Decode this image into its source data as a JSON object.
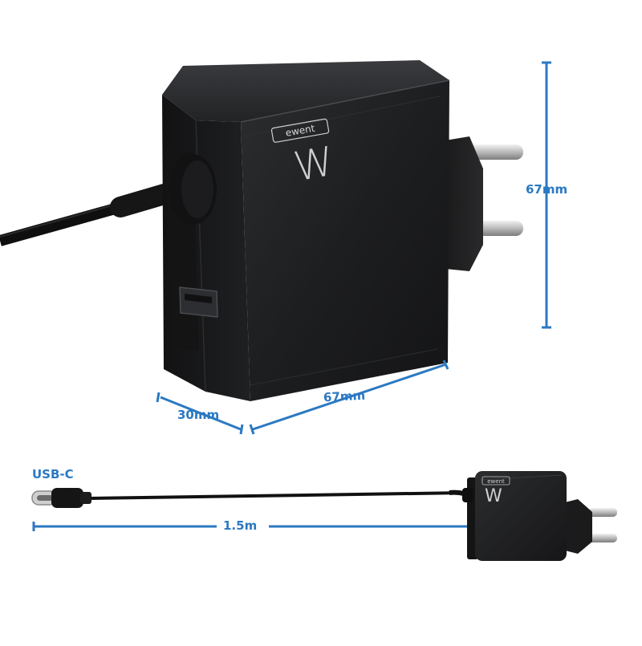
{
  "brand": {
    "wordmark": "ewent",
    "monogram": "W"
  },
  "dimensions": {
    "height": "67mm",
    "width": "67mm",
    "depth": "30mm",
    "cable_length": "1.5m"
  },
  "connector": {
    "type_label": "USB-C"
  },
  "colors": {
    "accent": "#2b79c2",
    "body": "#1b1b1c",
    "body_highlight": "#2e2f31",
    "cable": "#111111",
    "pins": "#c9c9c9",
    "background": "#ffffff"
  },
  "icons": [
    "usb-a-port-icon",
    "usb-c-plug-icon",
    "eu-plug-pins-icon",
    "ewent-logo-icon"
  ]
}
